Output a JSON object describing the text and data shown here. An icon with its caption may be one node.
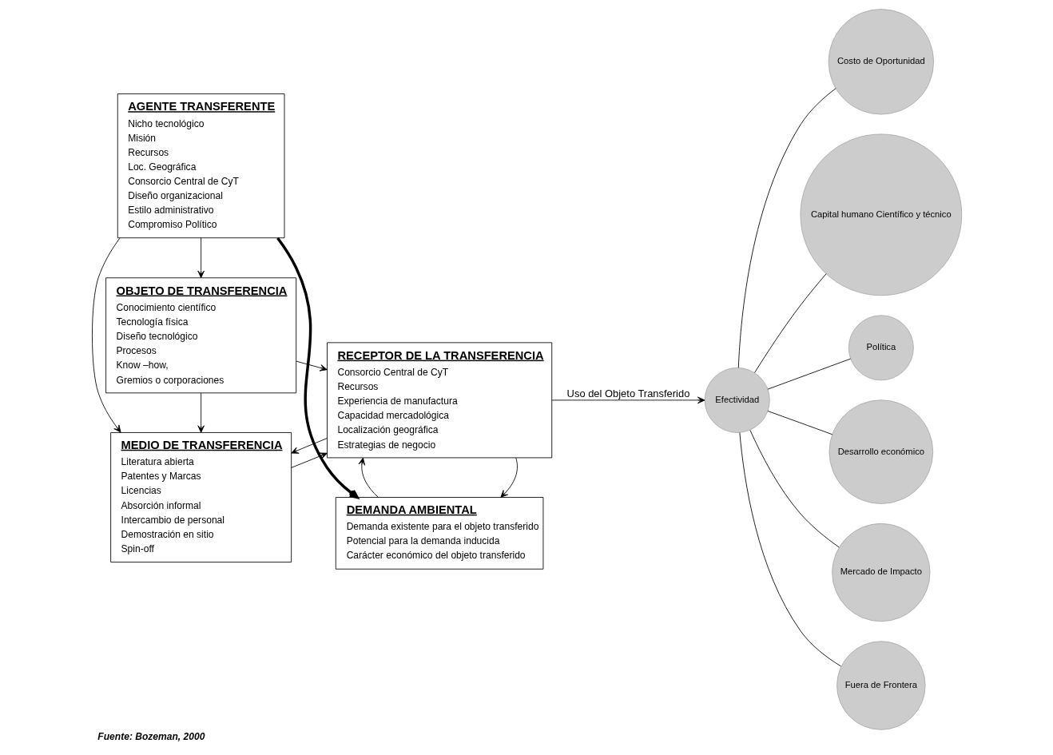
{
  "diagram": {
    "caption": "Fuente: Bozeman, 2000",
    "nodes": [
      {
        "text": [
          "AGENTE TRANSFERENTE",
          "Nicho tecnológico",
          "Misión",
          "Recursos",
          "Loc. Geográfica",
          "Consorcio Central de CyT",
          "Diseño organizacional",
          "Estilo administrativo",
          "Compromiso Político"
        ]
      },
      {
        "text": [
          "DEMANDA AMBIENTAL",
          "Demanda existente para el objeto transferido",
          "Potencial para la demanda inducida",
          "Carácter económico del objeto transferido"
        ]
      },
      {
        "text": [
          "MEDIO DE TRANSFERENCIA",
          "Literatura abierta",
          "Patentes y Marcas",
          "Licencias",
          "Absorción informal",
          "Intercambio de personal",
          "Demostración en sitio",
          "Spin-off"
        ]
      },
      {
        "text": [
          "RECEPTOR DE LA TRANSFERENCIA",
          "Consorcio Central de CyT",
          "Recursos",
          "Experiencia de manufactura",
          "Capacidad mercadológica",
          "Localización geográfica",
          "Estrategias de negocio"
        ]
      },
      {
        "text": [
          "OBJETO DE TRANSFERENCIA",
          "Conocimiento científico",
          "Tecnología física",
          "Diseño tecnológico",
          "Procesos",
          "Know –how,",
          "Gremios o corporaciones"
        ]
      },
      {
        "text": [
          "Efectividad"
        ]
      },
      {
        "text": [
          "Costo de Oportunidad"
        ]
      },
      {
        "text": [
          "Capital humano Científico y técnico"
        ]
      },
      {
        "text": [
          "Política"
        ]
      },
      {
        "text": [
          "Desarrollo económico"
        ]
      },
      {
        "text": [
          "Mercado de Impacto"
        ]
      },
      {
        "text": [
          "Fuera de Frontera"
        ]
      }
    ],
    "edges": [
      {
        "from": 0,
        "to": 1,
        "arrow": "to",
        "style": "thick"
      },
      {
        "from": 0,
        "to": 2,
        "arrow": "to"
      },
      {
        "from": 0,
        "to": 4,
        "arrow": "to"
      },
      {
        "from": 3,
        "to": 1,
        "arrow": "to"
      },
      {
        "from": 1,
        "to": 3,
        "arrow": "to"
      },
      {
        "from": 3,
        "to": 2,
        "arrow": "to"
      },
      {
        "from": 2,
        "to": 3,
        "arrow": "to"
      },
      {
        "from": 4,
        "to": 2,
        "arrow": "to"
      },
      {
        "from": 4,
        "to": 3,
        "arrow": "to"
      },
      {
        "from": 3,
        "to": 5,
        "arrow": "to",
        "label": "Uso del Objeto Transferido"
      },
      {
        "from": 5,
        "to": 6,
        "arrow": "none"
      },
      {
        "from": 5,
        "to": 7,
        "arrow": "none"
      },
      {
        "from": 5,
        "to": 8,
        "arrow": "none"
      },
      {
        "from": 5,
        "to": 9,
        "arrow": "none"
      },
      {
        "from": 5,
        "to": 10,
        "arrow": "none"
      },
      {
        "from": 5,
        "to": 11,
        "arrow": "none"
      }
    ]
  }
}
